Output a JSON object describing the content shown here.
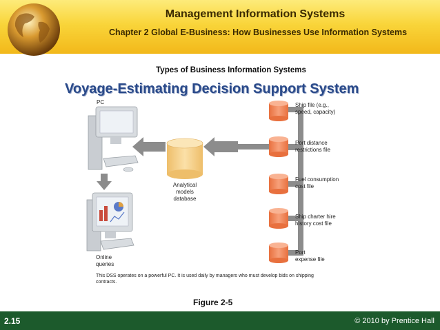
{
  "header": {
    "title": "Management Information Systems",
    "subtitle": "Chapter 2 Global E-Business: How Businesses Use Information Systems"
  },
  "section_heading": "Types of Business Information Systems",
  "slide_title": "Voyage-Estimating Decision Support System",
  "diagram": {
    "pc_label": "PC",
    "database_label_lines": [
      "Analytical",
      "models",
      "database"
    ],
    "online_queries_lines": [
      "Online",
      "queries"
    ],
    "sources": [
      {
        "lines": [
          "Ship file (e.g.,",
          "speed, capacity)"
        ]
      },
      {
        "lines": [
          "Port distance",
          "restrictions file"
        ]
      },
      {
        "lines": [
          "Fuel consumption",
          "cost file"
        ]
      },
      {
        "lines": [
          "Ship charter hire",
          "history cost file"
        ]
      },
      {
        "lines": [
          "Port",
          "expense file"
        ]
      }
    ],
    "caption": "This DSS operates on a powerful PC. It is used daily by managers who must develop bids on shipping contracts."
  },
  "figure_label": "Figure 2-5",
  "footer": {
    "slide_number": "2.15",
    "copyright": "© 2010 by Prentice Hall"
  },
  "colors": {
    "header_gold": "#f9d53a",
    "title_blue": "#2a4a8a",
    "footer_green": "#1c5a2c",
    "cylinder_orange": "#f28b5b",
    "database_tan": "#f5d08a",
    "arrow_gray": "#8c8c8c"
  }
}
